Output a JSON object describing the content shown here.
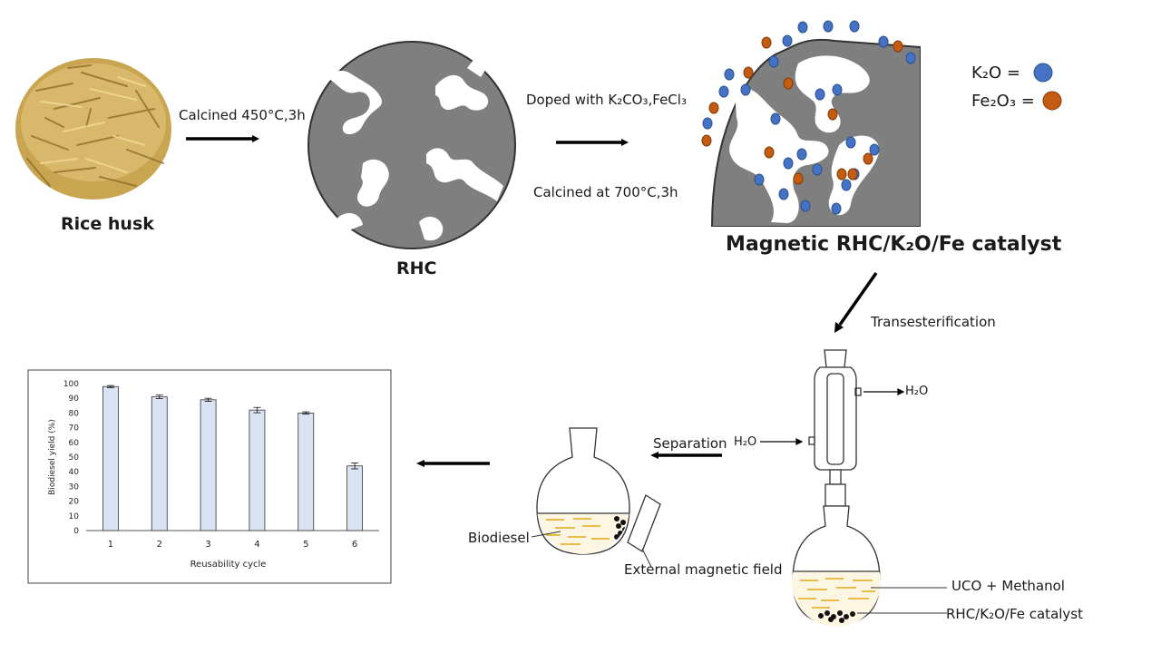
{
  "labels": {
    "rice_husk": "Rice husk",
    "rhc": "RHC",
    "calcine1": "Calcined 450°C,3h",
    "doped": "Doped with K₂CO₃,FeCl₃",
    "calcine2": "Calcined at 700°C,3h",
    "catalyst_title": "Magnetic RHC/K₂O/Fe catalyst",
    "legend_k2o": "K₂O =",
    "legend_fe2o3": "Fe₂O₃ =",
    "transesterification": "Transesterification",
    "h2o_out": "H₂O",
    "h2o_in": "H₂O",
    "separation": "Separation",
    "uco": "UCO + Methanol",
    "cat_label": "RHC/K₂O/Fe catalyst",
    "biodiesel": "Biodiesel",
    "magnetic_field": "External magnetic field"
  },
  "colors": {
    "k2o": "#4472C4",
    "fe2o3": "#C55A11",
    "carbon": "#7f7f7f",
    "bar_fill": "#dae3f3",
    "liquid": "#fdf6e3",
    "liquid_line": "#e6a817"
  },
  "chart_data": {
    "type": "bar",
    "categories": [
      "1",
      "2",
      "3",
      "4",
      "5",
      "6"
    ],
    "values": [
      98,
      91,
      89,
      82,
      80,
      44
    ],
    "errors": [
      0.7,
      1.2,
      1.0,
      1.8,
      0.8,
      2.0
    ],
    "xlabel": "Reusability cycle",
    "ylabel": "Biodiesel yield (%)",
    "ylim": [
      0,
      100
    ],
    "yticks": [
      "0",
      "10",
      "20",
      "30",
      "40",
      "50",
      "60",
      "70",
      "80",
      "90",
      "100"
    ]
  }
}
